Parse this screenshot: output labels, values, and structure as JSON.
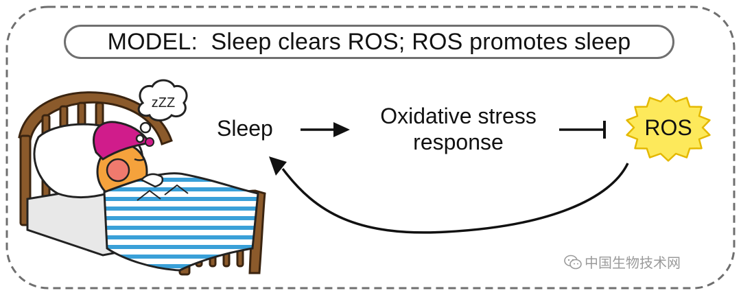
{
  "title": "MODEL:  Sleep clears ROS; ROS promotes sleep",
  "nodes": {
    "sleep": "Sleep",
    "oxidative_line1": "Oxidative stress",
    "oxidative_line2": "response",
    "ros": "ROS"
  },
  "dream_text": "zZZ",
  "watermark": "中国生物技术网",
  "edges": [
    {
      "from": "Sleep",
      "to": "Oxidative stress response",
      "type": "activates"
    },
    {
      "from": "Oxidative stress response",
      "to": "ROS",
      "type": "inhibits"
    },
    {
      "from": "ROS",
      "to": "Sleep",
      "type": "promotes"
    }
  ],
  "colors": {
    "frame": "#6f6f6f",
    "ros_star": "#fde95b",
    "ros_outline": "#e4b800",
    "nightcap": "#d01c8b",
    "face": "#f5a23c",
    "blanket_stripe": "#3aa0d8",
    "bed_wood": "#8b5a2b"
  }
}
